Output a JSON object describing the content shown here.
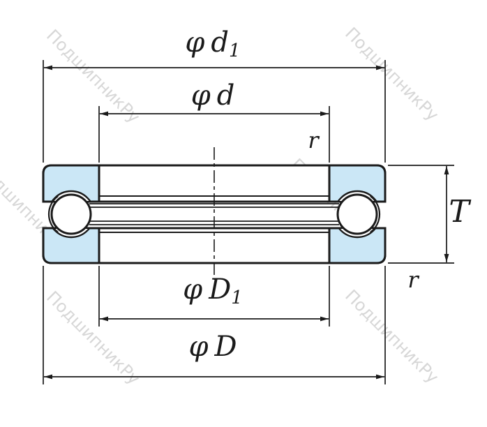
{
  "watermark": {
    "text": "ПодшипникРу",
    "color": "#c7c7c7"
  },
  "colors": {
    "line": "#1a1a1a",
    "washer_fill": "#cbe7f6",
    "ball_fill": "#ffffff"
  },
  "labels": {
    "d1": {
      "phi": "φ",
      "letter": "d",
      "sub": "1"
    },
    "d": {
      "phi": "φ",
      "letter": "d"
    },
    "D1": {
      "phi": "φ",
      "letter": "D",
      "sub": "1"
    },
    "D": {
      "phi": "φ",
      "letter": "D"
    },
    "T": {
      "letter": "T"
    },
    "r_top": {
      "letter": "r"
    },
    "r_bottom": {
      "letter": "r"
    }
  }
}
